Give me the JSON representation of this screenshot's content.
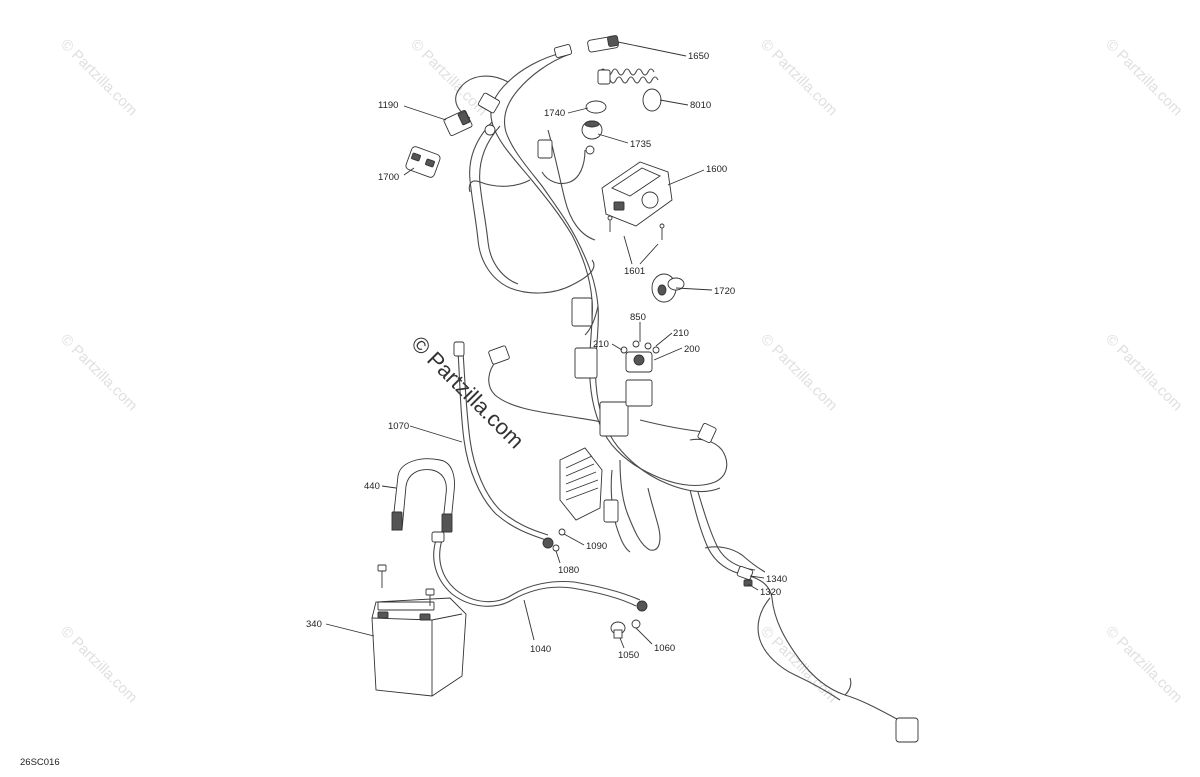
{
  "diagram": {
    "code": "26SC016",
    "watermark_side": "© Partzilla.com",
    "watermark_center": "© Partzilla.com",
    "callouts": [
      "1650",
      "8010",
      "1190",
      "1740",
      "1735",
      "1700",
      "1600",
      "1601",
      "1720",
      "850",
      "210",
      "210",
      "200",
      "1070",
      "440",
      "1090",
      "1080",
      "1340",
      "1320",
      "340",
      "1040",
      "1060",
      "1050"
    ]
  }
}
